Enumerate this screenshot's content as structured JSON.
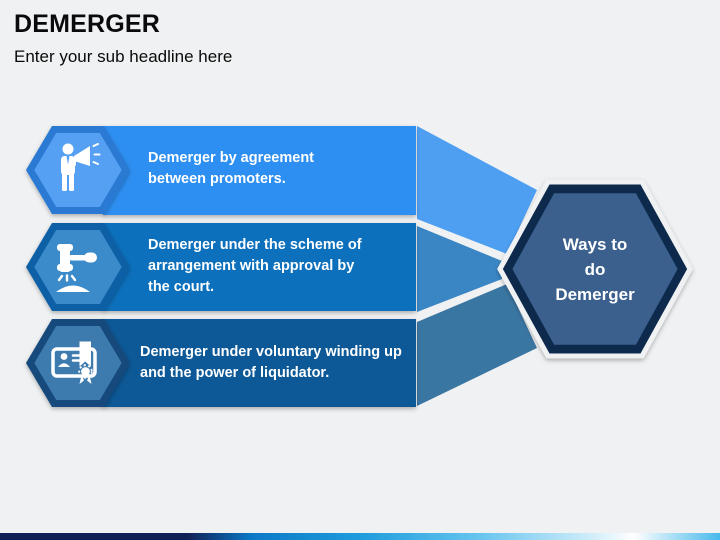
{
  "canvas": {
    "title": "DEMERGER",
    "subtitle": "Enter your sub headline here",
    "background_color": "#F0F1F2",
    "title_color": "#0A0A0C"
  },
  "items": [
    {
      "lines": [
        "Demerger by agreement",
        "between promoters."
      ],
      "icon": "person-megaphone",
      "bar_color": "#2E8FF2",
      "tail_color": "#4E9FF2",
      "hex_border_color": "#2A79D2",
      "hex_fill_color": "#55A0F2"
    },
    {
      "lines": [
        "Demerger under the scheme of",
        "arrangement with approval by",
        "the court."
      ],
      "icon": "gavel",
      "bar_color": "#0D70BC",
      "tail_color": "#3A86C4",
      "hex_border_color": "#0C5FA6",
      "hex_fill_color": "#3A8BCB"
    },
    {
      "lines": [
        "Demerger under voluntary winding up",
        "and the power of liquidator."
      ],
      "icon": "certificate",
      "bar_color": "#0E5896",
      "tail_color": "#3A76A2",
      "hex_border_color": "#14497B",
      "hex_fill_color": "#3D7AAE"
    }
  ],
  "hexagon": {
    "lines": [
      "Ways to",
      "do",
      "Demerger"
    ],
    "border_color": "#0C2A4D",
    "fill_color": "#3B608D",
    "text_color": "#FFFFFF"
  },
  "footer_bar": {
    "colors": [
      "#101F55",
      "#101F55",
      "#0C79C6",
      "#1E9CDC",
      "#63C3EE",
      "#CFECFA",
      "#FFFFFF",
      "#47B9EB"
    ]
  }
}
